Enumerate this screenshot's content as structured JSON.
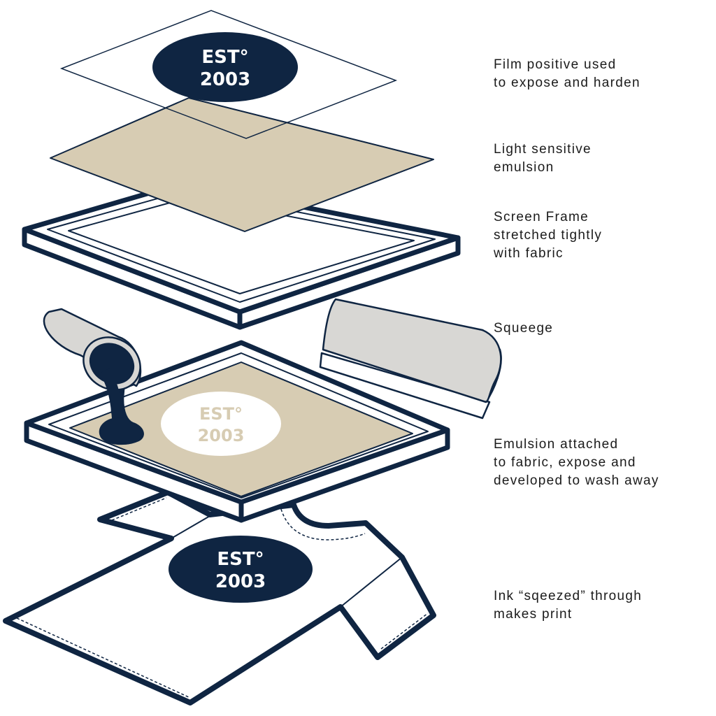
{
  "colors": {
    "navy": "#0f2542",
    "tan": "#d7ccb3",
    "gray": "#d8d7d4",
    "white": "#ffffff"
  },
  "logo": {
    "line1": "EST°",
    "line2": "2003"
  },
  "labels": [
    {
      "id": "film",
      "lines": [
        "Film positive used",
        "to expose and harden"
      ]
    },
    {
      "id": "emulsion",
      "lines": [
        "Light sensitive",
        "emulsion"
      ]
    },
    {
      "id": "frame",
      "lines": [
        "Screen Frame",
        "stretched tightly",
        "with fabric"
      ]
    },
    {
      "id": "squeegee",
      "lines": [
        "Squeege"
      ]
    },
    {
      "id": "exposed",
      "lines": [
        "Emulsion attached",
        "to fabric, expose and",
        "developed to wash away"
      ]
    },
    {
      "id": "print",
      "lines": [
        "Ink “sqeezed” through",
        "makes print"
      ]
    }
  ]
}
